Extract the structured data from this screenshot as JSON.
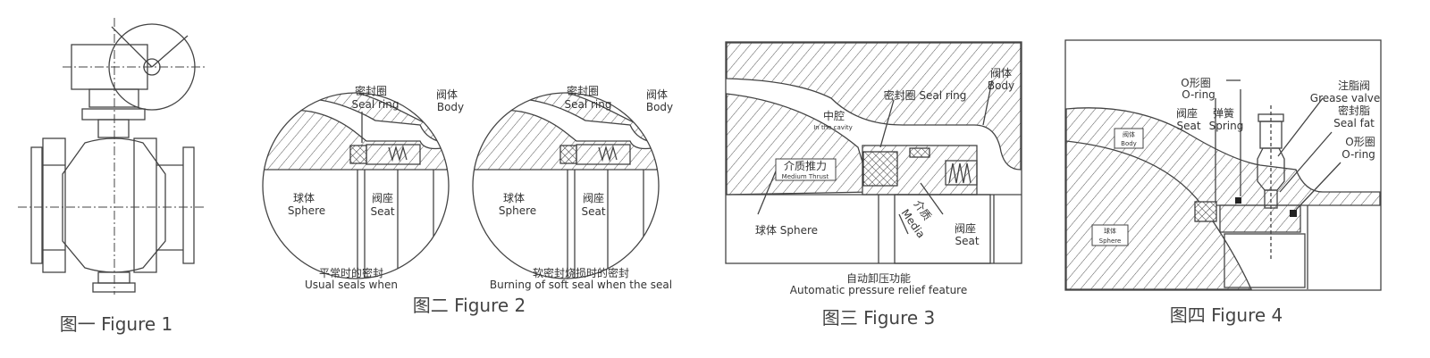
{
  "figure1": {
    "caption": "图一 Figure 1"
  },
  "figure2": {
    "caption": "图二 Figure 2",
    "left": {
      "seal_ring_cn": "密封圈",
      "seal_ring_en": "Seal ring",
      "body_cn": "阀体",
      "body_en": "Body",
      "sphere_cn": "球体",
      "sphere_en": "Sphere",
      "seat_cn": "阀座",
      "seat_en": "Seat",
      "caption_cn": "平常时的密封",
      "caption_en": "Usual seals when"
    },
    "right": {
      "seal_ring_cn": "密封圈",
      "seal_ring_en": "Seal ring",
      "body_cn": "阀体",
      "body_en": "Body",
      "sphere_cn": "球体",
      "sphere_en": "Sphere",
      "seat_cn": "阀座",
      "seat_en": "Seat",
      "caption_cn": "软密封烧损时的密封",
      "caption_en": "Burning of soft seal when the seal"
    }
  },
  "figure3": {
    "caption": "图三 Figure 3",
    "body_cn": "阀体",
    "body_en": "Body",
    "seal_ring": "密封圈 Seal ring",
    "cavity_cn": "中腔",
    "cavity_en": "In the cavity",
    "thrust_cn": "介质推力",
    "thrust_en": "Medium Thrust",
    "sphere": "球体 Sphere",
    "media_cn": "介质",
    "media_en": "Media",
    "seat_cn": "阀座",
    "seat_en": "Seat",
    "caption_cn": "自动卸压功能",
    "caption_en": "Automatic pressure relief feature"
  },
  "figure4": {
    "caption": "图四 Figure 4",
    "oring1_cn": "O形圈",
    "oring1_en": "O-ring",
    "seat_cn": "阀座",
    "seat_en": "Seat",
    "spring_cn": "弹簧",
    "spring_en": "Spring",
    "grease_cn": "注脂阀",
    "grease_en": "Grease valve",
    "sealfat_cn": "密封脂",
    "sealfat_en": "Seal fat",
    "oring2_cn": "O形圈",
    "oring2_en": "O-ring",
    "body_cn": "阀体",
    "body_en": "Body",
    "sphere_cn": "球体",
    "sphere_en": "Sphere"
  }
}
